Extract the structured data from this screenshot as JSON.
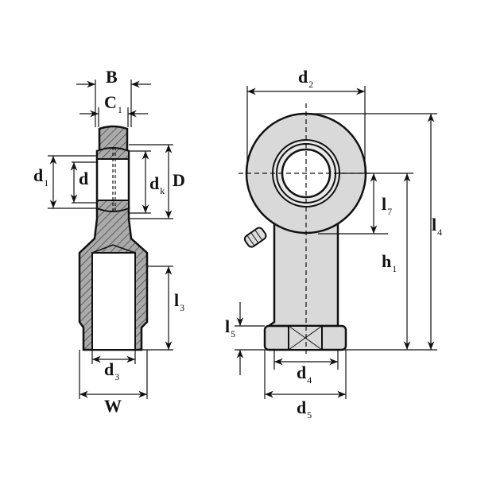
{
  "drawing": {
    "title": "Rod end with female thread and lubrication nipple",
    "colors": {
      "body": "#d9d9d9",
      "hatch": "#888888",
      "line": "#111111"
    },
    "labels": {
      "B": {
        "main": "B",
        "sub": ""
      },
      "C1": {
        "main": "C",
        "sub": "1"
      },
      "d1": {
        "main": "d",
        "sub": "1"
      },
      "d": {
        "main": "d",
        "sub": ""
      },
      "dk": {
        "main": "d",
        "sub": "k"
      },
      "D": {
        "main": "D",
        "sub": ""
      },
      "l3": {
        "main": "l",
        "sub": "3"
      },
      "d3": {
        "main": "d",
        "sub": "3"
      },
      "W": {
        "main": "W",
        "sub": ""
      },
      "d2": {
        "main": "d",
        "sub": "2"
      },
      "l7": {
        "main": "l",
        "sub": "7"
      },
      "h1": {
        "main": "h",
        "sub": "1"
      },
      "l4": {
        "main": "l",
        "sub": "4"
      },
      "l5": {
        "main": "l",
        "sub": "5"
      },
      "d4": {
        "main": "d",
        "sub": "4"
      },
      "d5": {
        "main": "d",
        "sub": "5"
      }
    }
  }
}
